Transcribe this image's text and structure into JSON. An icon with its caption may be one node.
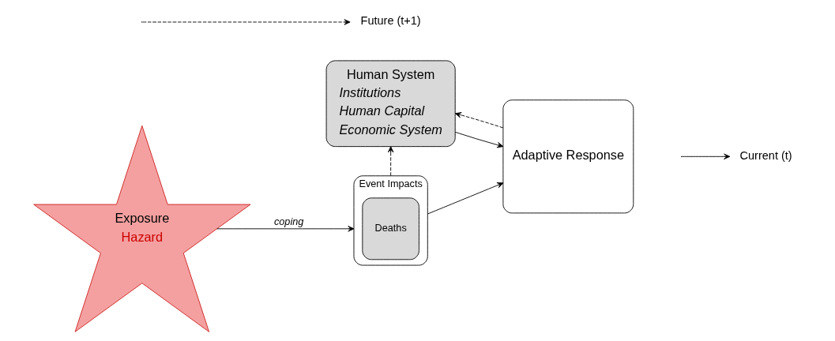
{
  "diagram": {
    "nodes": [
      {
        "text": [
          "Human System",
          "Institutions",
          "Human Capital",
          "Economic System"
        ]
      },
      {
        "text": [
          "Exposure",
          "Hazard"
        ]
      },
      {
        "text": [
          "Event Impacts"
        ]
      },
      {
        "text": [
          "Deaths"
        ],
        "in": 2
      },
      {
        "text": [
          "Adaptive Response"
        ]
      }
    ],
    "edges": [
      {
        "from": 0,
        "to": 4,
        "arrow": "to"
      },
      {
        "from": 2,
        "to": 4,
        "arrow": "to"
      },
      {
        "from": 1,
        "to": 2,
        "arrow": "to",
        "label": "coping"
      },
      {
        "from": 4,
        "to": 0,
        "arrow": "to",
        "style": "dashed"
      },
      {
        "from": 2,
        "to": 0,
        "arrow": "to",
        "style": "dashed"
      }
    ],
    "legend": [
      {
        "text": "Current (t)"
      },
      {
        "text": "Future (t+1)"
      }
    ]
  }
}
